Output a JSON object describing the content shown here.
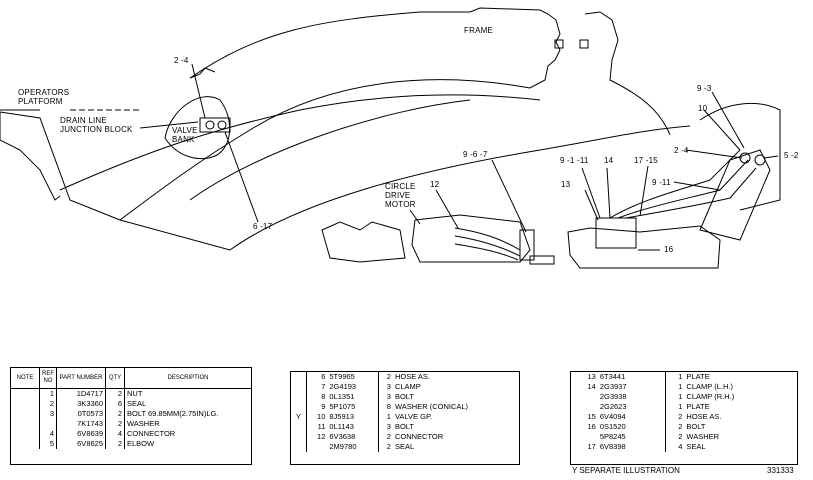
{
  "labels": {
    "frame": "FRAME",
    "operators_platform": "OPERATORS\nPLATFORM",
    "drain_line": "DRAIN LINE\nJUNCTION BLOCK",
    "valve_bank": "VALVE\nBANK",
    "circle_drive": "CIRCLE\nDRIVE\nMOTOR",
    "ref_2_4_left": "2 -4",
    "ref_6_17": "6 -17",
    "ref_12": "12",
    "ref_9_6_7": "9 -6 -7",
    "ref_13": "13",
    "ref_9_1_11": "9 -1 -11",
    "ref_14": "14",
    "ref_17_15": "17 -15",
    "ref_9_11": "9 -11",
    "ref_2_4_right": "2 -4",
    "ref_9_3": "9 -3",
    "ref_10": "10",
    "ref_5_2": "5 -2",
    "ref_16": "16"
  },
  "table1": {
    "headers": [
      "NOTE",
      "REF NO",
      "PART NUMBER",
      "QTY",
      "DESCRIPTION"
    ],
    "rows": [
      [
        "",
        "1",
        "1D4717",
        "2",
        "NUT"
      ],
      [
        "",
        "2",
        "3K3360",
        "6",
        "SEAL"
      ],
      [
        "",
        "3",
        "0T0573",
        "2",
        "BOLT  69.85MM(2.75IN)LG."
      ],
      [
        "",
        "",
        "7K1743",
        "2",
        "WASHER"
      ],
      [
        "",
        "4",
        "6V8639",
        "4",
        "CONNECTOR"
      ],
      [
        "",
        "5",
        "6V8625",
        "2",
        "ELBOW"
      ]
    ]
  },
  "table2": {
    "rows": [
      [
        "",
        "6",
        "5T9965",
        "2",
        "HOSE AS."
      ],
      [
        "",
        "7",
        "2G4193",
        "3",
        "CLAMP"
      ],
      [
        "",
        "8",
        "0L1351",
        "3",
        "BOLT"
      ],
      [
        "",
        "9",
        "5P1075",
        "8",
        "WASHER (CONICAL)"
      ],
      [
        "Y",
        "10",
        "8J5913",
        "1",
        "VALVE GP."
      ],
      [
        "",
        "11",
        "0L1143",
        "3",
        "BOLT"
      ],
      [
        "",
        "12",
        "6V3638",
        "2",
        "CONNECTOR"
      ],
      [
        "",
        "",
        "2M9780",
        "2",
        "SEAL"
      ]
    ]
  },
  "table3": {
    "rows": [
      [
        "13",
        "6T3441",
        "1",
        "PLATE"
      ],
      [
        "14",
        "2G3937",
        "1",
        "CLAMP (L.H.)"
      ],
      [
        "",
        "2G3938",
        "1",
        "CLAMP (R.H.)"
      ],
      [
        "",
        "2G2623",
        "1",
        "PLATE"
      ],
      [
        "15",
        "6V4094",
        "2",
        "HOSE AS."
      ],
      [
        "16",
        "0S1520",
        "2",
        "BOLT"
      ],
      [
        "",
        "5P8245",
        "2",
        "WASHER"
      ],
      [
        "17",
        "6V8398",
        "4",
        "SEAL"
      ]
    ]
  },
  "footer": {
    "note": "Y   SEPARATE ILLUSTRATION",
    "code": "331333"
  }
}
